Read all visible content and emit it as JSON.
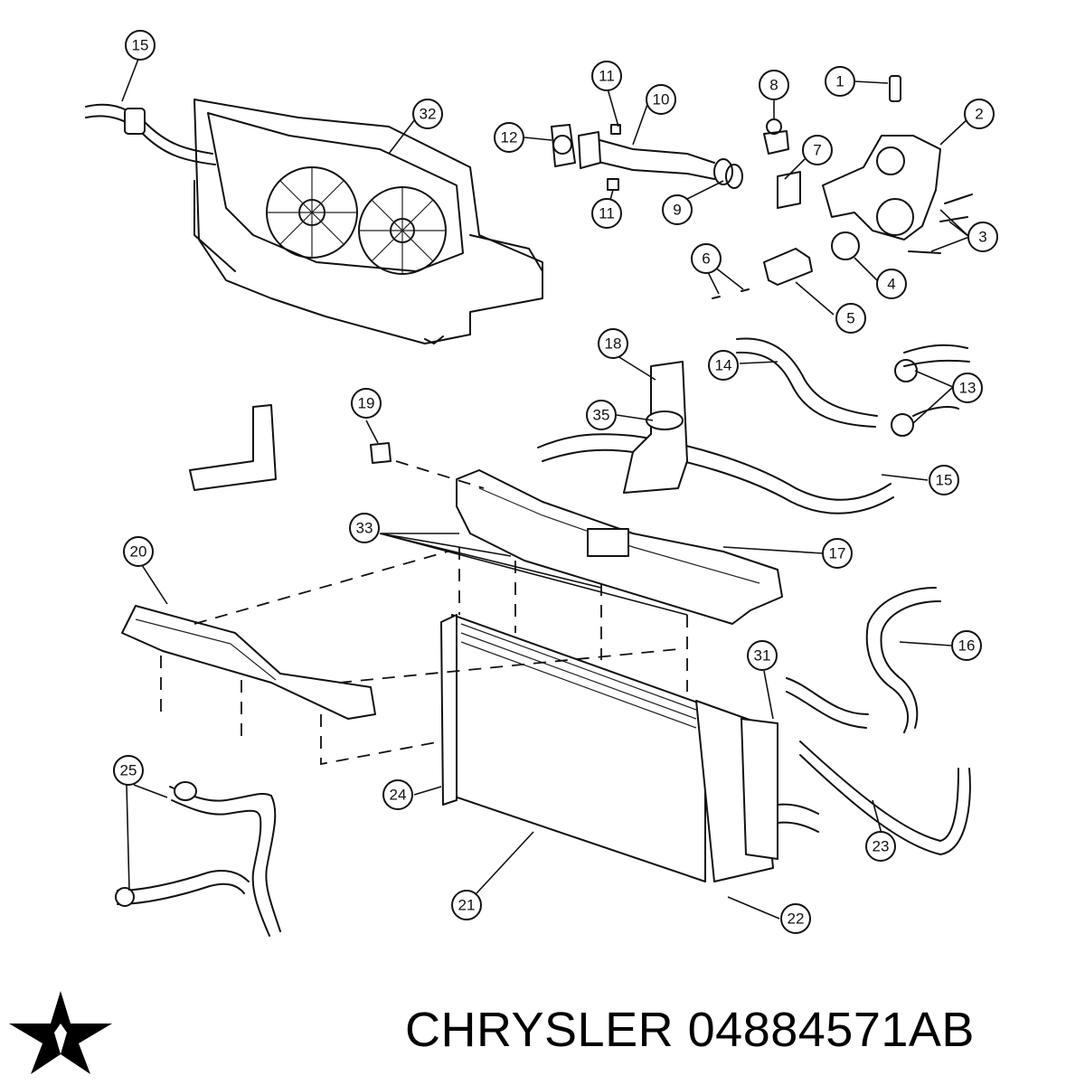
{
  "brand": "CHRYSLER",
  "part_number": "04884571AB",
  "callouts": [
    "1",
    "2",
    "3",
    "4",
    "5",
    "6",
    "7",
    "8",
    "9",
    "10",
    "11",
    "11",
    "12",
    "13",
    "14",
    "15",
    "15",
    "16",
    "17",
    "18",
    "19",
    "20",
    "21",
    "22",
    "23",
    "24",
    "25",
    "31",
    "32",
    "33",
    "35"
  ],
  "logo_icon": "chrysler-star-icon"
}
